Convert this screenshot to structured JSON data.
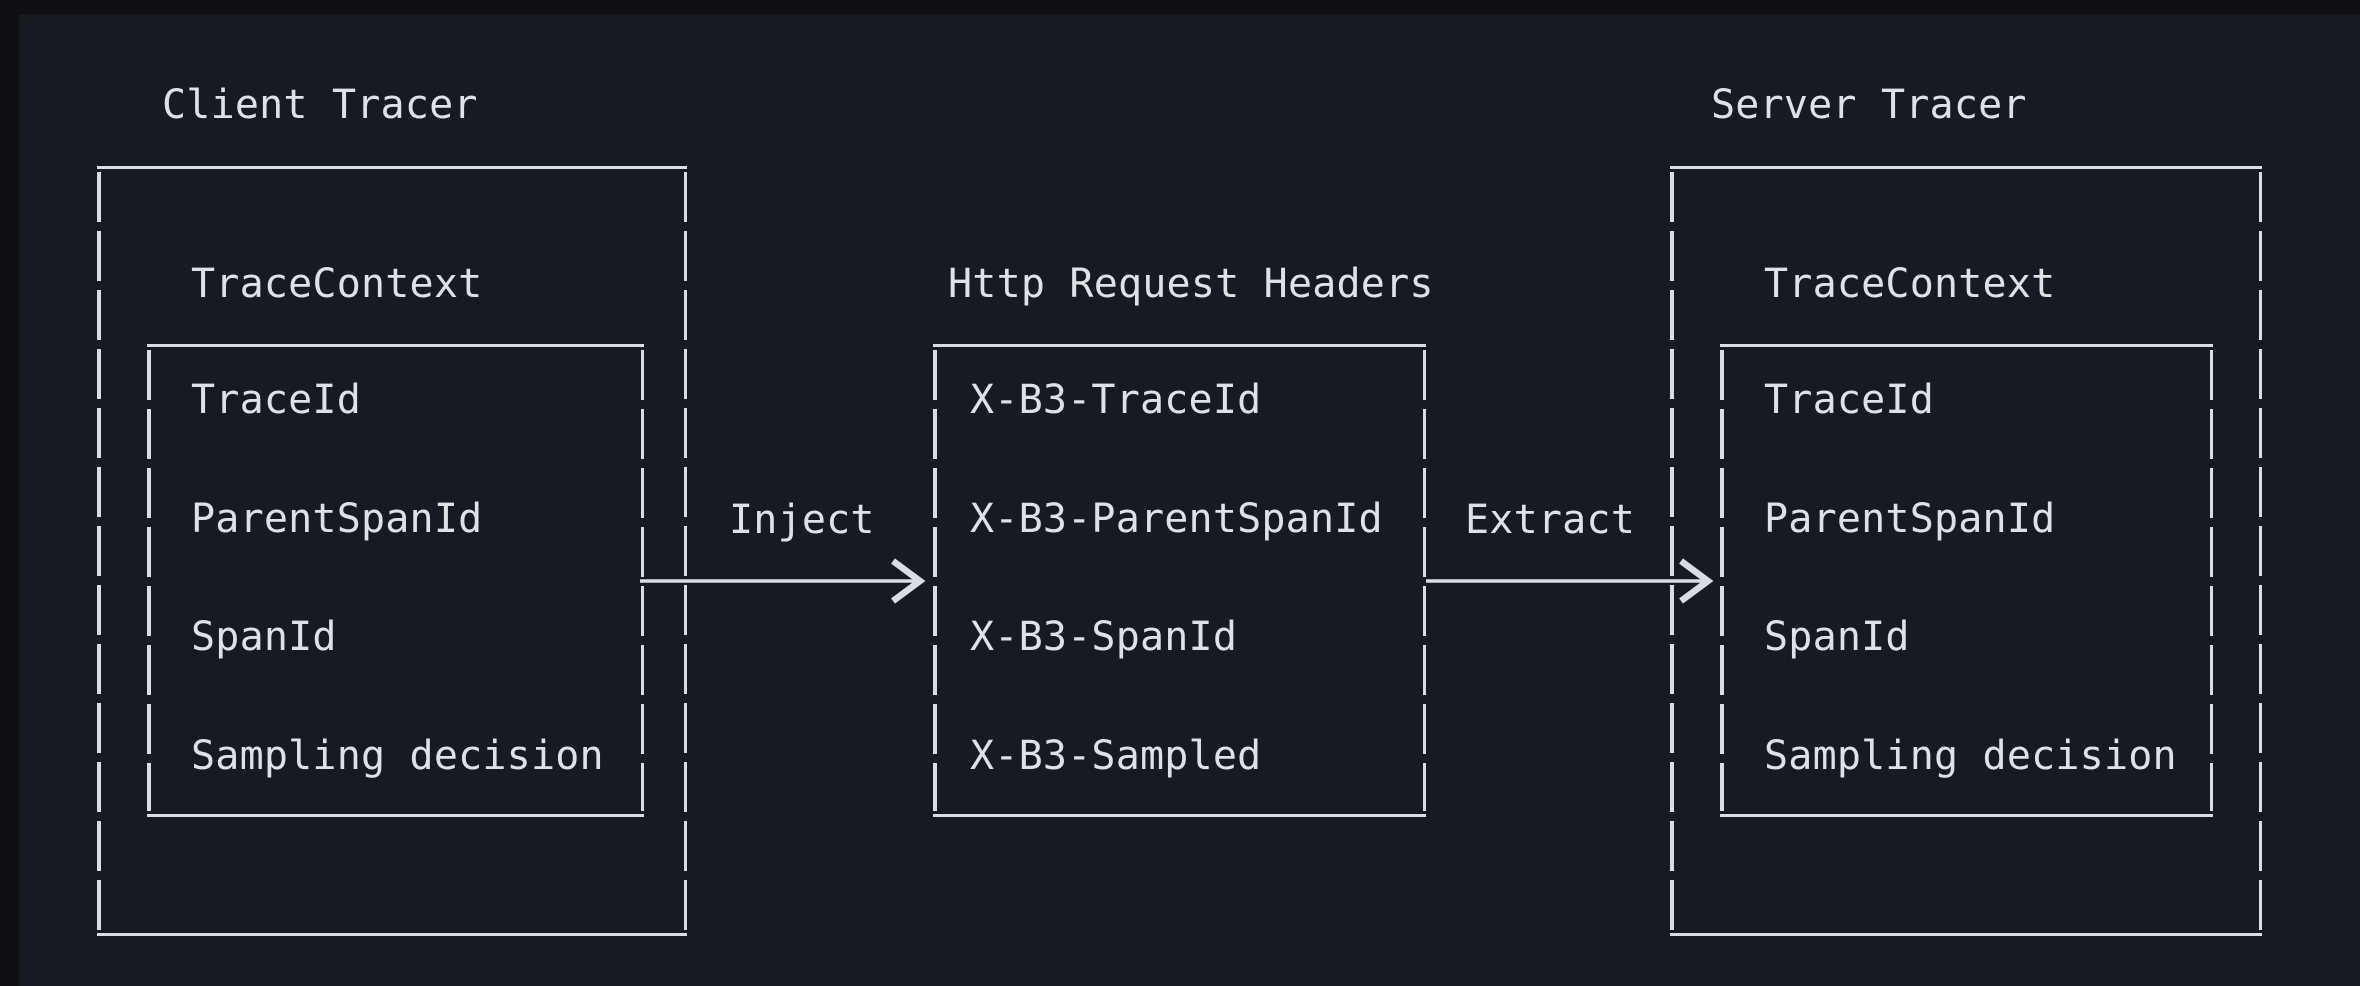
{
  "window": {
    "background_color": "#171a20",
    "frame_color": "#0d0f13",
    "line_color": "#d9dee5",
    "text_color": "#dde2e7"
  },
  "diagram": {
    "client": {
      "title": "Client Tracer",
      "context": {
        "title": "TraceContext",
        "fields": [
          "TraceId",
          "ParentSpanId",
          "SpanId",
          "Sampling decision"
        ]
      }
    },
    "http_headers": {
      "title": "Http Request Headers",
      "fields": [
        "X-B3-TraceId",
        "X-B3-ParentSpanId",
        "X-B3-SpanId",
        "X-B3-Sampled"
      ]
    },
    "server": {
      "title": "Server Tracer",
      "context": {
        "title": "TraceContext",
        "fields": [
          "TraceId",
          "ParentSpanId",
          "SpanId",
          "Sampling decision"
        ]
      }
    },
    "flows": {
      "inject": "Inject",
      "extract": "Extract"
    }
  }
}
